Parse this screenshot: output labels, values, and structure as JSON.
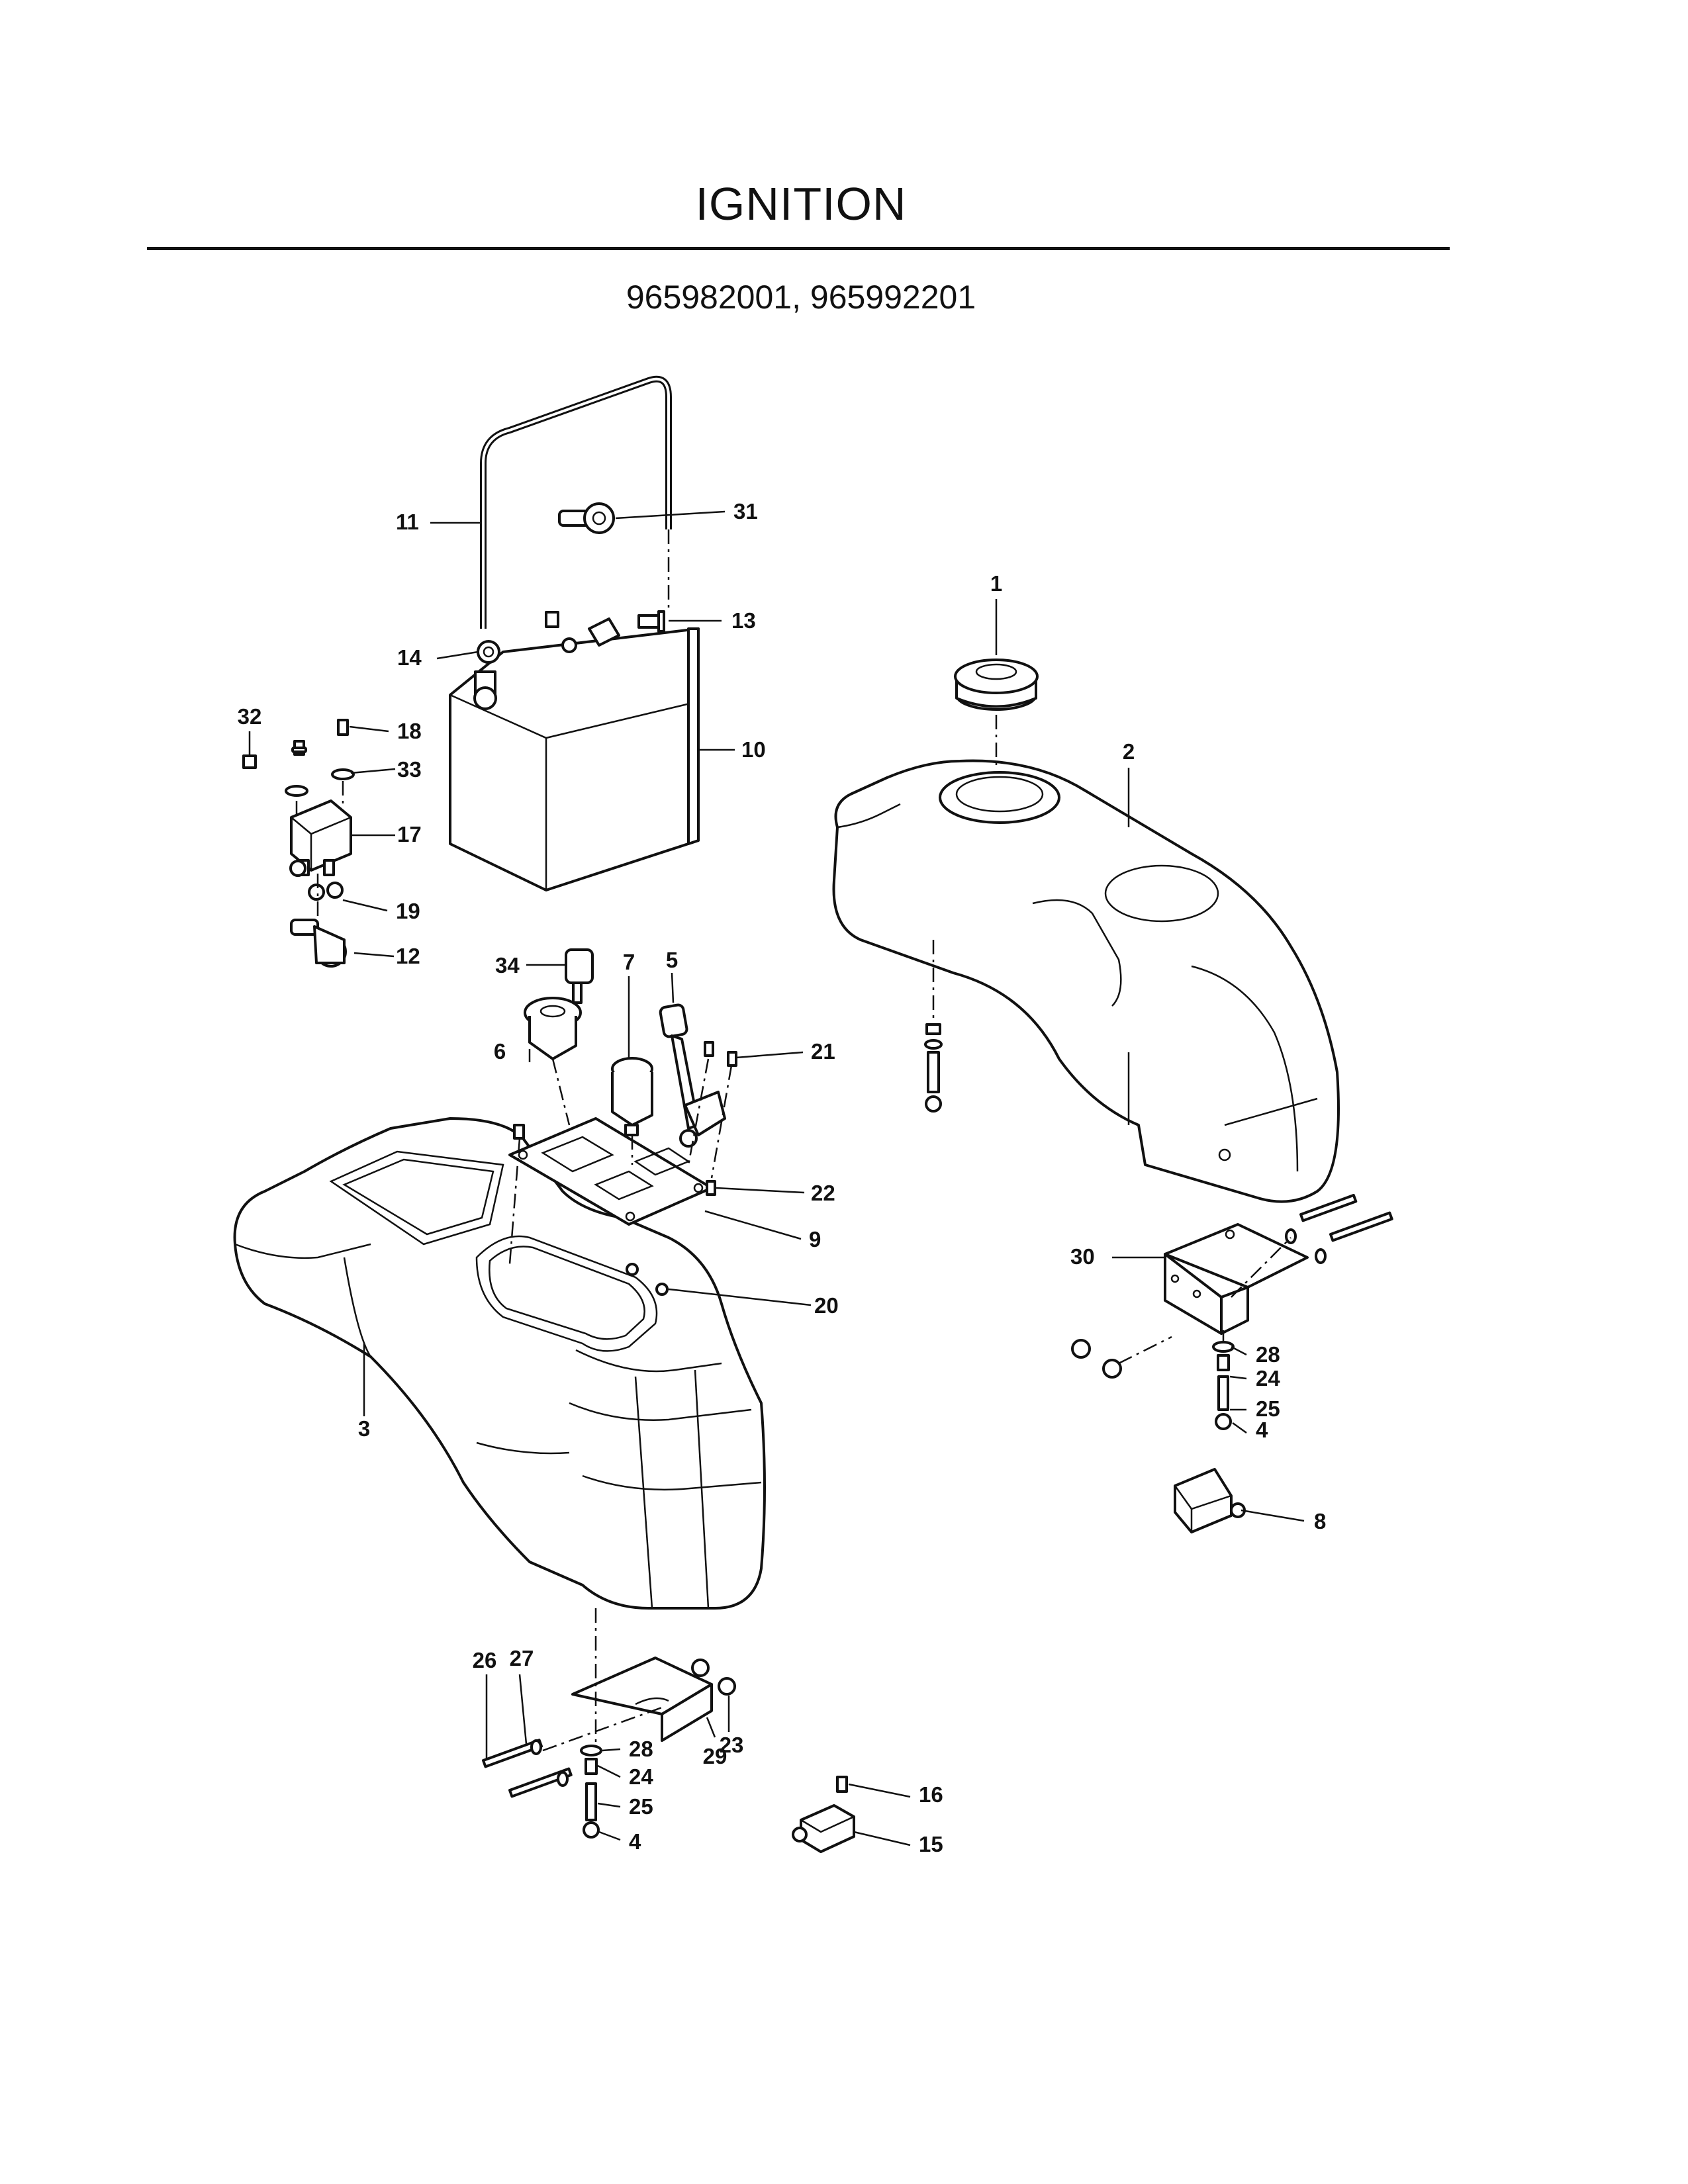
{
  "header": {
    "title": "IGNITION",
    "models": "965982001, 965992201"
  },
  "callouts": {
    "c1": "1",
    "c2": "2",
    "c3": "3",
    "c4a": "4",
    "c4b": "4",
    "c5": "5",
    "c6": "6",
    "c7": "7",
    "c8": "8",
    "c9": "9",
    "c10": "10",
    "c11": "11",
    "c12": "12",
    "c13": "13",
    "c14": "14",
    "c15": "15",
    "c16": "16",
    "c17": "17",
    "c18": "18",
    "c19": "19",
    "c20": "20",
    "c21": "21",
    "c22": "22",
    "c23": "23",
    "c24a": "24",
    "c24b": "24",
    "c25a": "25",
    "c25b": "25",
    "c26": "26",
    "c27": "27",
    "c28a": "28",
    "c28b": "28",
    "c29": "29",
    "c30": "30",
    "c31": "31",
    "c32": "32",
    "c33": "33",
    "c34": "34"
  }
}
